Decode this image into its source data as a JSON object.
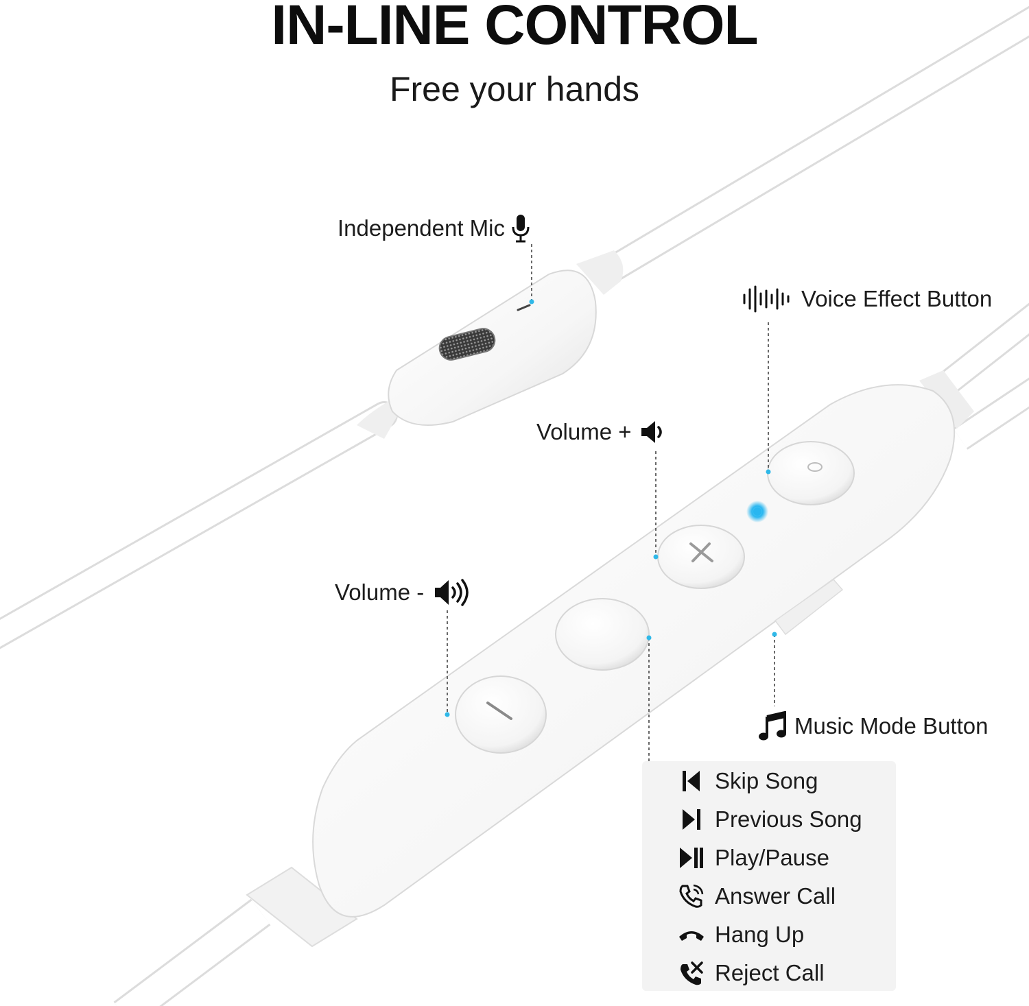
{
  "header": {
    "title": "IN-LINE CONTROL",
    "subtitle": "Free your hands"
  },
  "callouts": {
    "mic": {
      "label": "Independent Mic",
      "icon": "microphone-icon"
    },
    "voice_effect": {
      "label": "Voice Effect Button",
      "icon": "sound-wave-icon"
    },
    "volume_up": {
      "label": "Volume +",
      "icon": "speaker-low-icon"
    },
    "volume_down": {
      "label": "Volume -",
      "icon": "speaker-high-icon"
    },
    "music_mode": {
      "label": "Music Mode Button",
      "icon": "music-note-icon"
    }
  },
  "functions": [
    {
      "label": "Skip Song",
      "icon": "skip-icon"
    },
    {
      "label": "Previous Song",
      "icon": "previous-icon"
    },
    {
      "label": "Play/Pause",
      "icon": "play-pause-icon"
    },
    {
      "label": "Answer Call",
      "icon": "answer-call-icon"
    },
    {
      "label": "Hang Up",
      "icon": "hang-up-icon"
    },
    {
      "label": "Reject Call",
      "icon": "reject-call-icon"
    }
  ],
  "colors": {
    "accent_dot": "#2fb8e8",
    "led": "#28b6f0",
    "panel_bg": "#f3f3f3"
  }
}
